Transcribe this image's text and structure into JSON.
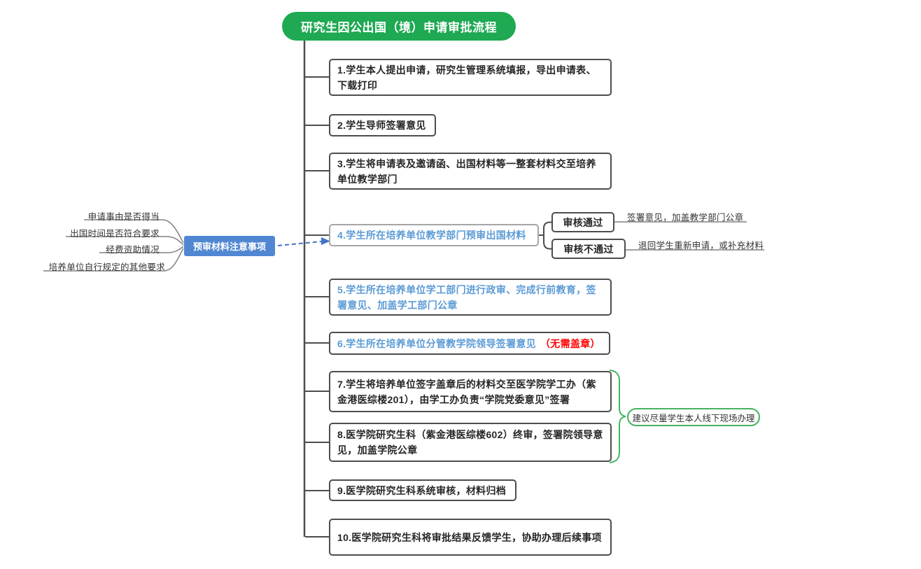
{
  "title": "研究生因公出国（境）申请审批流程",
  "steps": [
    {
      "text": "1.学生本人提出申请，研究生管理系统填报，导出申请表、下载打印"
    },
    {
      "text": "2.学生导师签署意见"
    },
    {
      "text": "3.学生将申请表及邀请函、出国材料等一整套材料交至培养单位教学部门"
    },
    {
      "text": "4.学生所在培养单位教学部门预审出国材料"
    },
    {
      "text": "5.学生所在培养单位学工部门进行政审、完成行前教育，签署意见、加盖学工部门公章"
    },
    {
      "text": "6.学生所在培养单位分管教学院领导签署意见",
      "suffix": "（无需盖章）"
    },
    {
      "text": "7.学生将培养单位签字盖章后的材料交至医学院学工办（紫金港医综楼201），由学工办负责“学院党委意见”签署"
    },
    {
      "text": "8.医学院研究生科（紫金港医综楼602）终审，签署院领导意见，加盖学院公章"
    },
    {
      "text": "9.医学院研究生科系统审核，材料归档"
    },
    {
      "text": "10.医学院研究生科将审批结果反馈学生，协助办理后续事项"
    }
  ],
  "review_branch": {
    "pass_label": "审核通过",
    "pass_note": "签署意见，加盖教学部门公章",
    "fail_label": "审核不通过",
    "fail_note": "退回学生重新申请，或补充材料"
  },
  "precheck": {
    "label": "预审材料注意事项",
    "items": [
      "申请事由是否得当",
      "出国时间是否符合要求",
      "经费资助情况",
      "培养单位自行规定的其他要求"
    ]
  },
  "bracket_note": "建议尽量学生本人线下现场办理",
  "colors": {
    "title_green": "#1ea952",
    "bracket_green": "#44b45e",
    "node_blue_fill": "#5187d2",
    "step_text_blue": "#5b9bd5",
    "warn_red": "#ff0000",
    "line_dark": "#4d4d4d",
    "line_light": "#808080",
    "arrow_blue": "#4472c4"
  }
}
